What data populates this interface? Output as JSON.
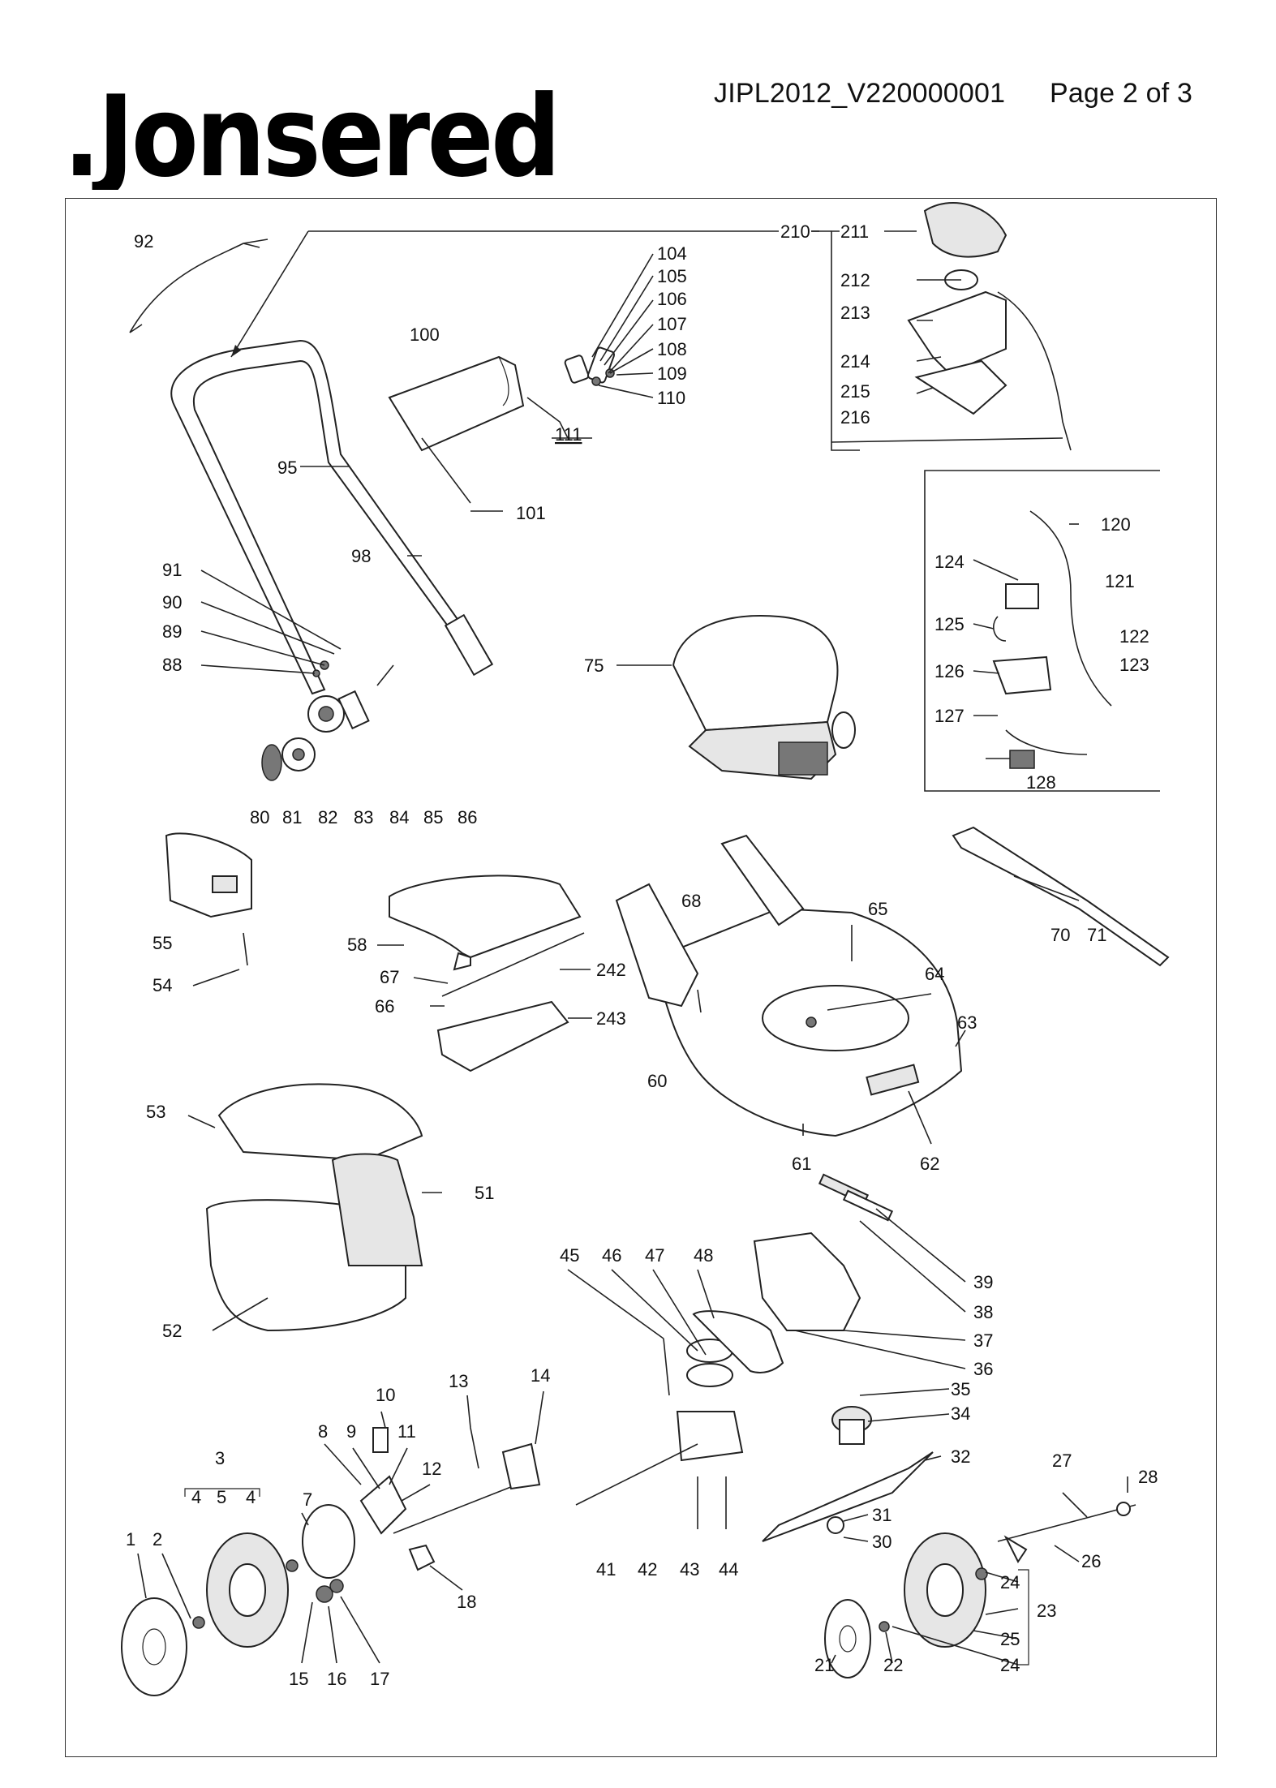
{
  "header": {
    "brand": ".Jonsered",
    "doc_id": "JIPL2012_V220000001",
    "page": "Page 2 of 3"
  },
  "labels": [
    {
      "id": "p92",
      "text": "92"
    },
    {
      "id": "p95",
      "text": "95"
    },
    {
      "id": "p98",
      "text": "98"
    },
    {
      "id": "p100",
      "text": "100"
    },
    {
      "id": "p101",
      "text": "101"
    },
    {
      "id": "p104",
      "text": "104"
    },
    {
      "id": "p105",
      "text": "105"
    },
    {
      "id": "p106",
      "text": "106"
    },
    {
      "id": "p107",
      "text": "107"
    },
    {
      "id": "p108",
      "text": "108"
    },
    {
      "id": "p109",
      "text": "109"
    },
    {
      "id": "p110",
      "text": "110"
    },
    {
      "id": "p111",
      "text": "111"
    },
    {
      "id": "p210",
      "text": "210"
    },
    {
      "id": "p211",
      "text": "211"
    },
    {
      "id": "p212",
      "text": "212"
    },
    {
      "id": "p213",
      "text": "213"
    },
    {
      "id": "p214",
      "text": "214"
    },
    {
      "id": "p215",
      "text": "215"
    },
    {
      "id": "p216",
      "text": "216"
    },
    {
      "id": "p91",
      "text": "91"
    },
    {
      "id": "p90",
      "text": "90"
    },
    {
      "id": "p89",
      "text": "89"
    },
    {
      "id": "p88",
      "text": "88"
    },
    {
      "id": "p80",
      "text": "80"
    },
    {
      "id": "p81",
      "text": "81"
    },
    {
      "id": "p82",
      "text": "82"
    },
    {
      "id": "p83",
      "text": "83"
    },
    {
      "id": "p84",
      "text": "84"
    },
    {
      "id": "p85",
      "text": "85"
    },
    {
      "id": "p86",
      "text": "86"
    },
    {
      "id": "p75",
      "text": "75"
    },
    {
      "id": "p120",
      "text": "120"
    },
    {
      "id": "p121",
      "text": "121"
    },
    {
      "id": "p122",
      "text": "122"
    },
    {
      "id": "p123",
      "text": "123"
    },
    {
      "id": "p124",
      "text": "124"
    },
    {
      "id": "p125",
      "text": "125"
    },
    {
      "id": "p126",
      "text": "126"
    },
    {
      "id": "p127",
      "text": "127"
    },
    {
      "id": "p128",
      "text": "128"
    },
    {
      "id": "p55",
      "text": "55"
    },
    {
      "id": "p54",
      "text": "54"
    },
    {
      "id": "p58",
      "text": "58"
    },
    {
      "id": "p67",
      "text": "67"
    },
    {
      "id": "p66",
      "text": "66"
    },
    {
      "id": "p242",
      "text": "242"
    },
    {
      "id": "p243",
      "text": "243"
    },
    {
      "id": "p68",
      "text": "68"
    },
    {
      "id": "p65",
      "text": "65"
    },
    {
      "id": "p64",
      "text": "64"
    },
    {
      "id": "p63",
      "text": "63"
    },
    {
      "id": "p60",
      "text": "60"
    },
    {
      "id": "p61",
      "text": "61"
    },
    {
      "id": "p62",
      "text": "62"
    },
    {
      "id": "p70",
      "text": "70"
    },
    {
      "id": "p71",
      "text": "71"
    },
    {
      "id": "p53",
      "text": "53"
    },
    {
      "id": "p51",
      "text": "51"
    },
    {
      "id": "p52",
      "text": "52"
    },
    {
      "id": "p39",
      "text": "39"
    },
    {
      "id": "p38",
      "text": "38"
    },
    {
      "id": "p37",
      "text": "37"
    },
    {
      "id": "p36",
      "text": "36"
    },
    {
      "id": "p45",
      "text": "45"
    },
    {
      "id": "p46",
      "text": "46"
    },
    {
      "id": "p47",
      "text": "47"
    },
    {
      "id": "p48",
      "text": "48"
    },
    {
      "id": "p35",
      "text": "35"
    },
    {
      "id": "p34",
      "text": "34"
    },
    {
      "id": "p32",
      "text": "32"
    },
    {
      "id": "p31",
      "text": "31"
    },
    {
      "id": "p30",
      "text": "30"
    },
    {
      "id": "p41",
      "text": "41"
    },
    {
      "id": "p42",
      "text": "42"
    },
    {
      "id": "p43",
      "text": "43"
    },
    {
      "id": "p44",
      "text": "44"
    },
    {
      "id": "p27",
      "text": "27"
    },
    {
      "id": "p28",
      "text": "28"
    },
    {
      "id": "p26",
      "text": "26"
    },
    {
      "id": "p24a",
      "text": "24"
    },
    {
      "id": "p23",
      "text": "23"
    },
    {
      "id": "p25",
      "text": "25"
    },
    {
      "id": "p24b",
      "text": "24"
    },
    {
      "id": "p21",
      "text": "21"
    },
    {
      "id": "p22",
      "text": "22"
    },
    {
      "id": "p10",
      "text": "10"
    },
    {
      "id": "p13",
      "text": "13"
    },
    {
      "id": "p14",
      "text": "14"
    },
    {
      "id": "p8",
      "text": "8"
    },
    {
      "id": "p9",
      "text": "9"
    },
    {
      "id": "p11",
      "text": "11"
    },
    {
      "id": "p12",
      "text": "12"
    },
    {
      "id": "p3",
      "text": "3"
    },
    {
      "id": "p4a",
      "text": "4"
    },
    {
      "id": "p5",
      "text": "5"
    },
    {
      "id": "p4b",
      "text": "4"
    },
    {
      "id": "p7",
      "text": "7"
    },
    {
      "id": "p1",
      "text": "1"
    },
    {
      "id": "p2",
      "text": "2"
    },
    {
      "id": "p15",
      "text": "15"
    },
    {
      "id": "p16",
      "text": "16"
    },
    {
      "id": "p17",
      "text": "17"
    },
    {
      "id": "p18",
      "text": "18"
    }
  ]
}
